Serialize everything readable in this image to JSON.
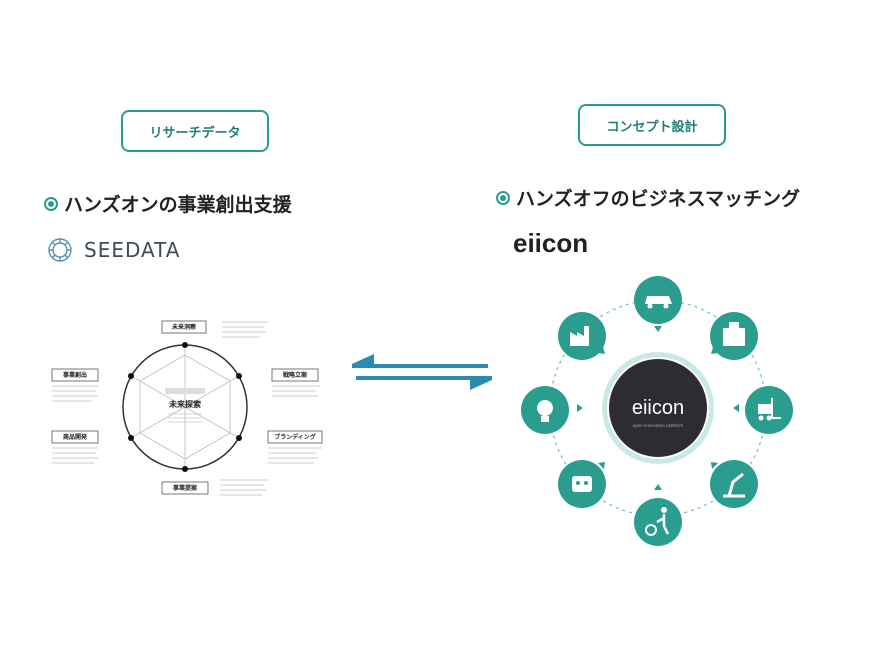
{
  "left": {
    "tag": "リサーチデータ",
    "heading": "ハンズオンの事業創出支援",
    "logo": "SEEDATA",
    "diagram": {
      "center_label": "未来探索",
      "nodes": [
        "未来洞察",
        "戦略立案",
        "ブランディング",
        "事業提案",
        "商品開発",
        "事業創出"
      ]
    }
  },
  "right": {
    "tag": "コンセプト設計",
    "heading": "ハンズオフのビジネスマッチング",
    "logo": "eiicon",
    "diagram": {
      "center_logo": "eiicon",
      "center_sub": "open innovation platform",
      "icons": [
        "car-icon",
        "building-icon",
        "forklift-icon",
        "robot-arm-icon",
        "caregiver-icon",
        "robot-icon",
        "lightbulb-icon",
        "factory-icon"
      ]
    }
  },
  "colors": {
    "teal": "#2a9d8f",
    "dark": "#2b2d33"
  }
}
